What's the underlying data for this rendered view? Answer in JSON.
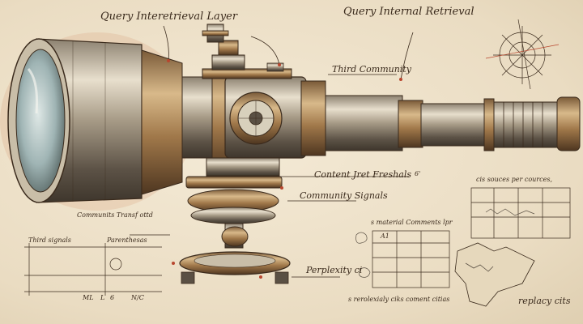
{
  "labels": {
    "query_interretrieval_layer": "Query Interetrieval Layer",
    "query_internal_retrieval": "Query Internal Retrieval",
    "third_community": "Third Community",
    "content_first_freshals": "Content Jret Freshals",
    "community_signals": "Community Signals",
    "communits_transfr": "Communits Transf ottd",
    "third_signals": "Third signals",
    "parenthesis": "Parenthesas",
    "perplexity": "Perplexity ci",
    "material_comments": "s material Comments lpr",
    "sources_per_sources": "cis souces per cources,",
    "perplexity_cites_content": "s rerolexialy ciks coment citias",
    "replacy_cits": "replacy cits",
    "a1": "A1",
    "axis_ml": "ML",
    "axis_6": "6",
    "axis_nc": "N/C",
    "axis_l": "L",
    "small_note": "6'"
  },
  "colors": {
    "ink": "#3a2a1c",
    "red_accent": "#b8462e",
    "metal_light": "#d9ccb4",
    "metal_dark": "#5a5044",
    "brass": "#a0784a"
  }
}
